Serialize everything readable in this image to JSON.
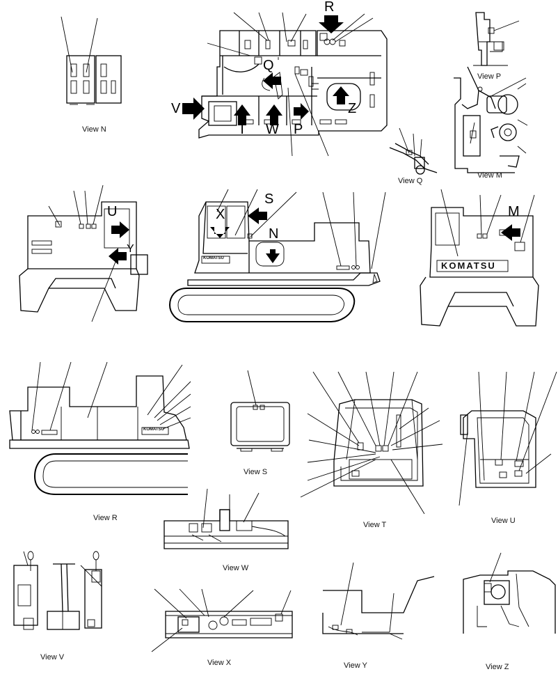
{
  "views": [
    {
      "key": "n",
      "label": "View  N"
    },
    {
      "key": "p",
      "label": "View  P"
    },
    {
      "key": "q",
      "label": "View  Q"
    },
    {
      "key": "m",
      "label": "View M"
    },
    {
      "key": "s",
      "label": "View  S"
    },
    {
      "key": "r",
      "label": "View  R"
    },
    {
      "key": "t",
      "label": "View  T"
    },
    {
      "key": "u",
      "label": "View  U"
    },
    {
      "key": "w",
      "label": "View  W"
    },
    {
      "key": "v",
      "label": "View  V"
    },
    {
      "key": "x",
      "label": "View  X"
    },
    {
      "key": "y",
      "label": "View  Y"
    },
    {
      "key": "z",
      "label": "View  Z"
    }
  ],
  "markers": {
    "top": {
      "R": "R",
      "Q": "Q",
      "V": "V",
      "T": "T",
      "W": "W",
      "P": "P",
      "Z": "Z"
    },
    "side": {
      "U": "U",
      "Y": "Y",
      "X": "X",
      "S": "S",
      "N": "N",
      "M": "M"
    }
  },
  "brand_text": "KOMATSU"
}
